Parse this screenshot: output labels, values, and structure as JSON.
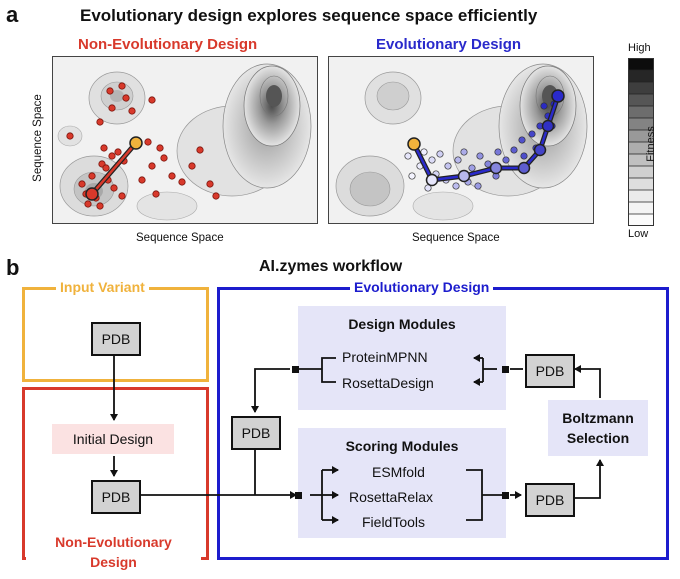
{
  "panel_a": {
    "letter": "a",
    "title": "Evolutionary design explores sequence space efficiently",
    "left_subtitle": "Non-Evolutionary Design",
    "right_subtitle": "Evolutionary Design",
    "left_xlabel": "Sequence Space",
    "left_ylabel": "Sequence Space",
    "right_xlabel": "Sequence Space",
    "fitness_high": "High",
    "fitness_low": "Low",
    "fitness_label": "Fitness",
    "colors": {
      "red": "#d8392b",
      "blue": "#2a2acb",
      "orange": "#f0b23c"
    }
  },
  "panel_b": {
    "letter": "b",
    "title": "AI.zymes workflow",
    "input_variant_label": "Input Variant",
    "evolutionary_label": "Evolutionary Design",
    "non_evolutionary_line1": "Non-Evolutionary",
    "non_evolutionary_line2": "Design",
    "pdb": "PDB",
    "initial_design": "Initial Design",
    "design_modules": {
      "title": "Design Modules",
      "items": [
        "ProteinMPNN",
        "RosettaDesign"
      ]
    },
    "scoring_modules": {
      "title": "Scoring Modules",
      "items": [
        "ESMfold",
        "RosettaRelax",
        "FieldTools"
      ]
    },
    "boltzmann_line1": "Boltzmann",
    "boltzmann_line2": "Selection"
  }
}
